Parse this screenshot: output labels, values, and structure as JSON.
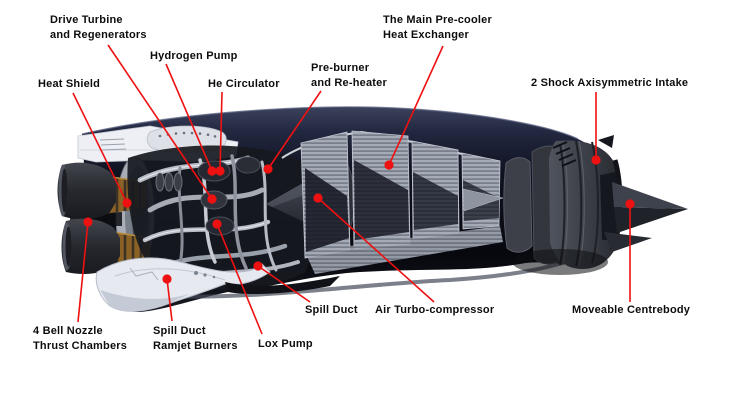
{
  "palette": {
    "background": "#ffffff",
    "callout_red": "#ee1111",
    "label_color": "#0d0d0d"
  },
  "callouts": {
    "drive_turbine": {
      "line1": "Drive Turbine",
      "line2": "and Regenerators"
    },
    "hydrogen_pump": {
      "line1": "Hydrogen Pump"
    },
    "heat_shield": {
      "line1": "Heat Shield"
    },
    "he_circulator": {
      "line1": "He Circulator"
    },
    "pre_burner": {
      "line1": "Pre-burner",
      "line2": "and Re-heater"
    },
    "main_pre_cooler": {
      "line1": "The Main Pre-cooler",
      "line2": "Heat Exchanger"
    },
    "two_shock_intake": {
      "line1": "2 Shock Axisymmetric Intake"
    },
    "four_bell_nozzle": {
      "line1": "4 Bell Nozzle",
      "line2": "Thrust Chambers"
    },
    "spill_duct_ramjet": {
      "line1": "Spill Duct",
      "line2": "Ramjet Burners"
    },
    "lox_pump": {
      "line1": "Lox Pump"
    },
    "spill_duct": {
      "line1": "Spill Duct"
    },
    "air_turbo_compressor": {
      "line1": "Air Turbo-compressor"
    },
    "moveable_centrebody": {
      "line1": "Moveable Centrebody"
    }
  }
}
